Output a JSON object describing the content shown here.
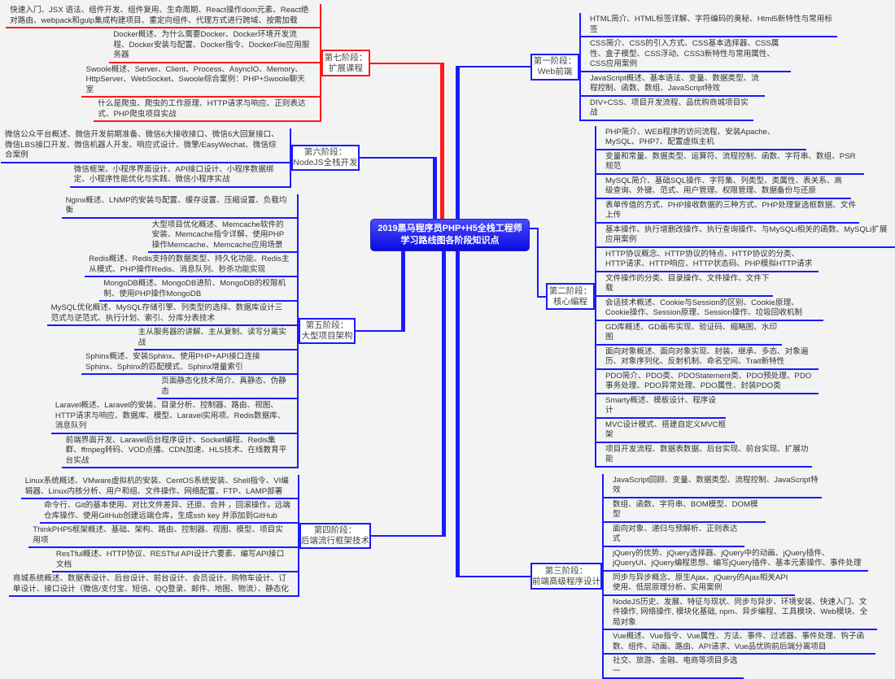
{
  "title": {
    "line1": "2019黑马程序员PHP+H5全栈工程师",
    "line2": "学习路线图各阶段知识点"
  },
  "colors": {
    "blue": "#1a1aff",
    "red": "#ff1a1a",
    "background": "#f3f3f3"
  },
  "stages": [
    {
      "line1": "第一阶段：",
      "line2": "Web前端",
      "items": [
        "HTML简介、HTML标签详解、字符编码的奥秘、Html5新特性与常用标签",
        "CSS简介、CSS的引入方式、CSS基本选择器、CSS属性、盒子模型、CSS浮动、CSS3新特性与常用属性、CSS应用案例",
        "JavaScript概述、基本语法、变量、数据类型、流程控制、函数、数组、JavaScript特效",
        "DIV+CSS、项目开发流程、品优购商城项目实战"
      ]
    },
    {
      "line1": "第二阶段：",
      "line2": "核心编程",
      "items": [
        "PHP简介、WEB程序的访问流程、安装Apache、MySQL、PHP7、配置虚拟主机",
        "变量和常量、数据类型、运算符、流程控制、函数、字符串、数组、PSR规范",
        "MySQL简介、基础SQL操作、字符集、列类型、类属性、表关系、高级查询、外键、范式、用户管理、权限管理、数据备份与还原",
        "表单传值的方式、PHP接收数据的三种方式、PHP处理复选框数据、文件上传",
        "基本操作、执行增删改操作、执行查询操作、与MySQLi相关的函数、MySQLi扩展应用案例",
        "HTTP协议概念、HTTP协议的特点、HTTP协议的分类、HTTP请求、HTTP响应、HTTP状态码、PHP模拟HTTP请求",
        "文件操作的分类、目录操作、文件操作、文件下载",
        "会话技术概述、Cookie与Session的区别、Cookie原理、Cookie操作、Session原理、Session操作、垃圾回收机制",
        "GD库概述、GD画布实现、验证码、缩略图、水印图",
        "面向对象概述、面向对象实现、封装、继承、多态、对象遍历、对象序列化、反射机制、命名空间、Trait新特性",
        "PDO简介、PDO类、PDOStatement类、PDO预处理、PDO事务处理、PDO异常处理、PDO属性、封装PDO类",
        "Smarty概述、模板设计、程序设计",
        "MVC设计模式、搭建自定义MVC框架",
        "项目开发流程、数据表数据、后台实现、前台实现、扩展功能"
      ]
    },
    {
      "line1": "第三阶段：",
      "line2": "前端高级程序设计",
      "items": [
        "JavaScript回顾、变量、数据类型、流程控制、JavaScript特效",
        "数组、函数、字符串、BOM模型、DOM模型",
        "面向对象、递归与预解析、正则表达式",
        "jQuery的优势、jQuery选择器、jQuery中的动画、jQuery插件、jQueryUI、jQuery编程思想、编写jQuery插件、基本元素操作、事件处理",
        "同步与异步概念、原生Ajax、jQuery的Ajax相关API使用、低层原理分析、实用案例",
        "NodeJS历史、发展、特征与现状、同步与异步、环境安装、快速入门、文件操作, 网络操作, 模块化基础, npm、异步编程、工具模块、Web模块、全局对象",
        "Vue概述、Vue指令、Vue属性、方法、事件、过滤器、事件处理、钩子函数、组件、动画、路由、API请求、Vue品优购前后端分离项目",
        "社交、旅游、金融、电商等项目多选一"
      ]
    },
    {
      "line1": "第四阶段：",
      "line2": "后端流行框架技术",
      "items": [
        "Linux系统概述、VMware虚拟机的安装、CentOS系统安装、Shell指令、VI编辑器、Linux内核分析、用户和组、文件操作、网络配置、FTP、LAMP部署",
        "命令行、Git的基本使用、对比文件差异、还原、合并 ，回滚操作，远端仓库操作、使用GitHub创建远端仓库，生成ssh key 并添加到GitHub",
        "ThinkPHP5框架概述、基础、架构、路由、控制器、视图、模型、项目实用项",
        "ResTful概述、HTTP协议、RESTful API设计六要素、编写API接口文档",
        "商城系统概述、数据表设计、后台设计、前台设计、会员设计、购物车设计、订单设计、接口设计（微信/支付宝、短信、QQ登录、邮件、地图、物流）、静态化"
      ]
    },
    {
      "line1": "第五阶段：",
      "line2": "大型项目架构",
      "items": [
        "Nginx概述、LNMP的安装与配置、缓存设置、压缩设置、负载均衡",
        "大型项目优化概述、Memcache软件的安装、Memcache指令详解、使用PHP操作Memcache、Memcache应用场景",
        "Redis概述、Redis支持的数据类型、持久化功能、Redis主从模式、PHP操作Redis、消息队列、秒杀功能实现",
        "MongoDB概述、MongoDB进阶、MongoDB的权限机制、使用PHP操作MongoDB",
        "MySQL优化概述、MySQL存储引擎、列类型的选择、数据库设计三范式与逆范式、执行计划、索引、分库分表技术",
        "主从服务器的讲解、主从复制、读写分离实战",
        "Sphinx概述、安装Sphinx、使用PHP+API接口连接Sphinx、Sphinx的匹配模式、Sphinx增量索引",
        "页面静态化技术简介、真静态、伪静态",
        "Laravel概述、Laravel的安装、目录分析、控制器、路由、视图、HTTP请求与响应、数据库、模型、Laravel实用项、Redis数据库、消息队列",
        "前端界面开发、Laravel后台程序设计、Socket编程、Redis集群、ffmpeg转码、VOD点播、CDN加速、HLS技术、在线教育平台实战"
      ]
    },
    {
      "line1": "第六阶段：",
      "line2": "NodeJS全栈开发",
      "items": [
        "微信公众平台概述、微信开发前期准备、微信6大接收接口、微信6大回复接口、微信LBS接口开发、微信机器人开发、响应式设计、微擎/EasyWechat、微信综合案例",
        "微信框架、小程序界面设计、API接口设计、小程序数据绑定、小程序性能优化与实践、微信小程序实战"
      ]
    },
    {
      "line1": "第七阶段：",
      "line2": "扩展课程",
      "items": [
        "快速入门、JSX 语法、组件开发、组件复用、生命周期、React操作dom元素、React绝对路由、webpack和gulp集成构建项目、重定向组件、代理方式进行跨域、按需加载",
        "Docker概述、为什么需要Docker、Docker环境开发流程、Docker安装与配置、Docker指令、DockerFile应用服务器",
        "Swoole概述、Server、Client、Process、AsyncIO、Memory、HttpServer、WebSocket、Swoole综合案例：PHP+Swoole聊天室",
        "什么是爬虫、爬虫的工作原理、HTTP请求与响应、正则表达式、PHP爬虫项目实战"
      ]
    }
  ]
}
